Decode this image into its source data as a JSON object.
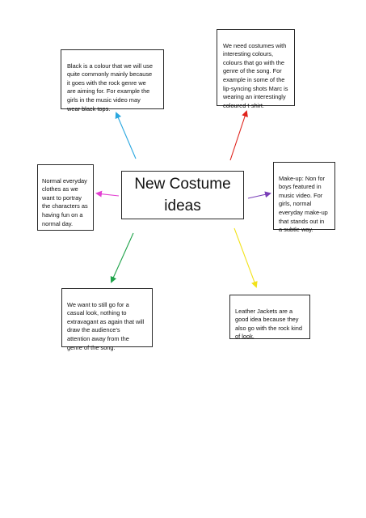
{
  "center": {
    "title": "New Costume\nideas"
  },
  "notes": {
    "top_left": "Black is a colour that we will use\nquite commonly mainly because\nit goes with the rock genre we\nare aiming for. For example the\ngirls in the music video may\nwear black tops.",
    "top_right": "We need costumes with\ninteresting colours,\ncolours that go with the\ngenre of the song. For\nexample in some of the\nlip-syncing shots Marc is\nwearing an interestingly\ncoloured t-shirt.",
    "left": "Normal everyday\nclothes as we\nwant to portray\nthe characters as\nhaving fun on a\nnormal day.",
    "right": "Make-up: Non for\nboys featured in\nmusic video. For\ngirls, normal\neveryday make-up\nthat stands out in\na subtle way.",
    "bottom_left": "We want to still go for a\ncasual look, nothing to\nextravagant as again that will\ndraw the audience’s\nattention away from the\ngenre of the song.",
    "bottom_right": "Leather Jackets are a\ngood idea because they\nalso go with the rock kind\nof look."
  },
  "arrow_colors": {
    "top_left": "#2aa7df",
    "top_right": "#e0231c",
    "left": "#e33fd2",
    "right": "#7a3fb8",
    "bottom_left": "#1fa34a",
    "bottom_right": "#f2e21a"
  }
}
